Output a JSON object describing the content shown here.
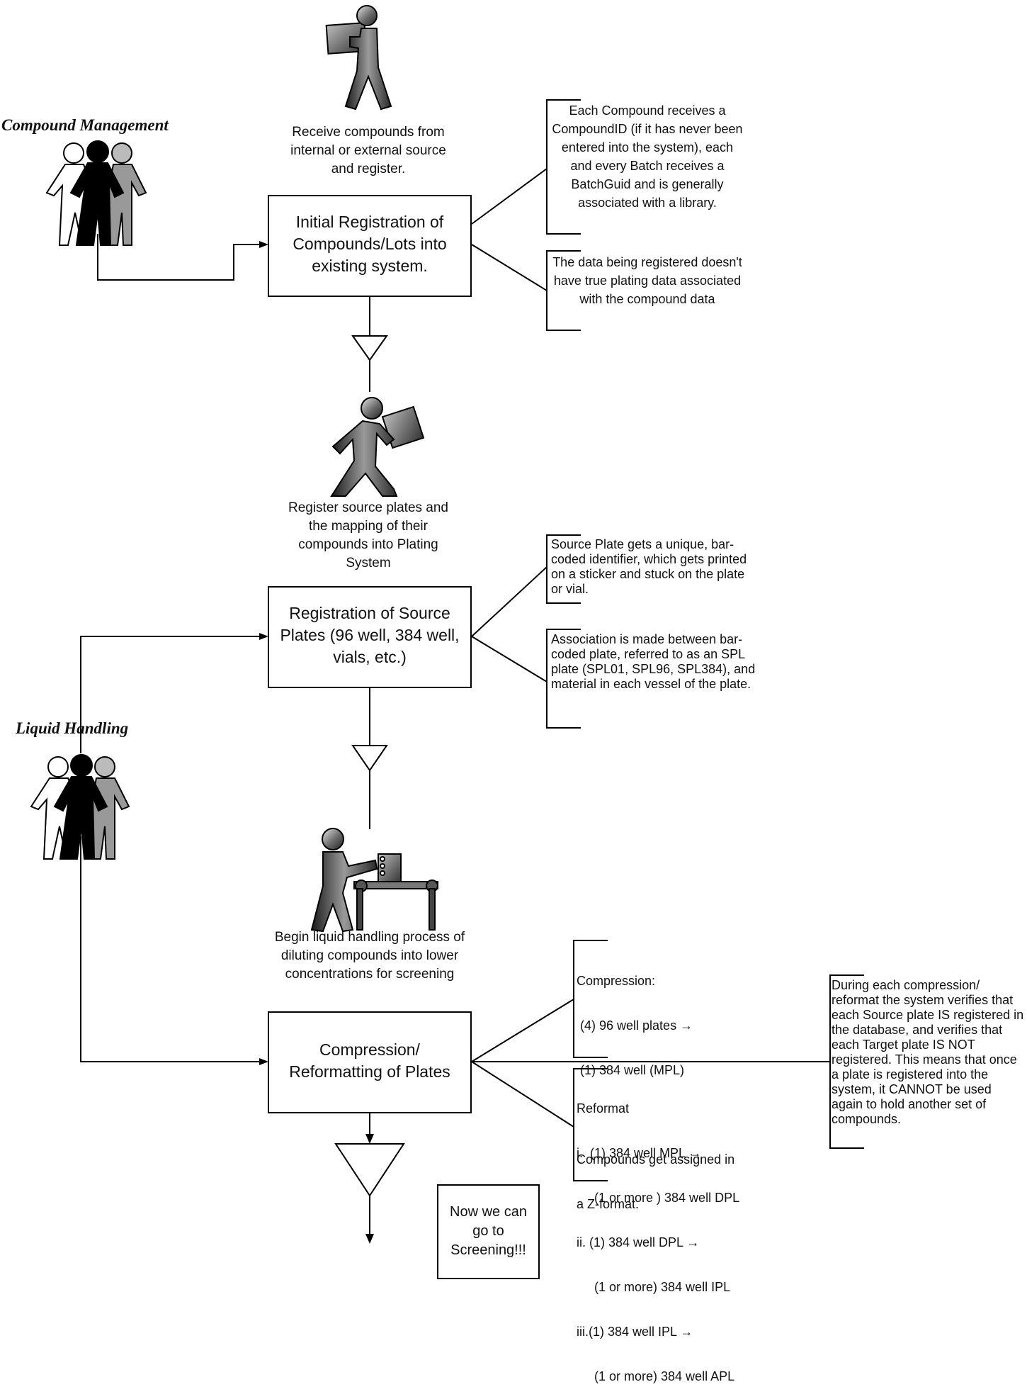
{
  "lanes": {
    "compound_management": "Compound Management",
    "liquid_handling": "Liquid Handling"
  },
  "captions": {
    "receive": "Receive compounds from internal or external source and register.",
    "register_plates": "Register source plates and the mapping of their compounds into Plating System",
    "liquid": "Begin liquid handling process of diluting compounds into lower concentrations for screening"
  },
  "process_boxes": {
    "initial_registration": "Initial Registration of Compounds/Lots into existing system.",
    "source_plates": "Registration of Source Plates (96 well, 384 well, vials, etc.)",
    "compression": "Compression/ Reformatting of Plates"
  },
  "annotations": {
    "compound_id": "Each Compound receives a CompoundID (if it has never been entered into the system), each and every Batch receives a BatchGuid and is generally associated with a library.",
    "no_plating": "The data being registered doesn't have true plating data associated with the compound data",
    "barcode": "Source Plate gets a unique, bar-coded identifier, which gets printed on a sticker and stuck on the plate or vial.",
    "association": "Association is made between bar-coded plate, referred to as  an SPL plate (SPL01, SPL96, SPL384), and material in each vessel of the plate.",
    "compression_lines": [
      "Compression:",
      " (4) 96 well plates →",
      " (1) 384 well (MPL)",
      "",
      "Compounds get assigned in",
      "a Z-format."
    ],
    "reformat_lines": [
      "Reformat",
      "i.  (1) 384 well MPL →",
      "     (1 or more ) 384 well DPL",
      "ii. (1) 384 well DPL →",
      "     (1 or more) 384 well IPL",
      "iii.(1) 384 well IPL →",
      "     (1 or more) 384 well APL"
    ],
    "verification": "During each compression/ reformat the system verifies that each Source plate IS registered in the database, and verifies that each Target plate IS NOT registered. This means that once a plate is registered into the system, it CANNOT be used again to hold another set of compounds."
  },
  "final_note": "Now we can go to Screening!!!"
}
